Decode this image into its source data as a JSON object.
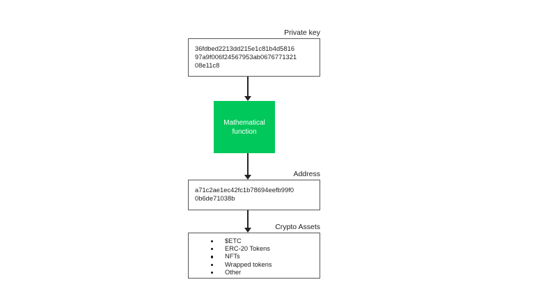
{
  "diagram": {
    "background_color": "#ffffff",
    "accent_color": "#00c85a",
    "border_color": "#555555",
    "nodes": {
      "private_key": {
        "label": "Private key",
        "lines": [
          "36fdbed2213dd215e1c81b4d5816",
          "97a9f006f24567953ab0676771321",
          "08e11c8"
        ]
      },
      "function": {
        "label": "Mathematical function"
      },
      "address": {
        "label": "Address",
        "lines": [
          "a71c2ae1ec42fc1b78694eefb99f0",
          "0b6de71038b"
        ]
      },
      "crypto_assets": {
        "label": "Crypto Assets",
        "items": [
          "$ETC",
          "ERC-20 Tokens",
          "NFTs",
          "Wrapped tokens",
          "Other"
        ]
      }
    }
  }
}
